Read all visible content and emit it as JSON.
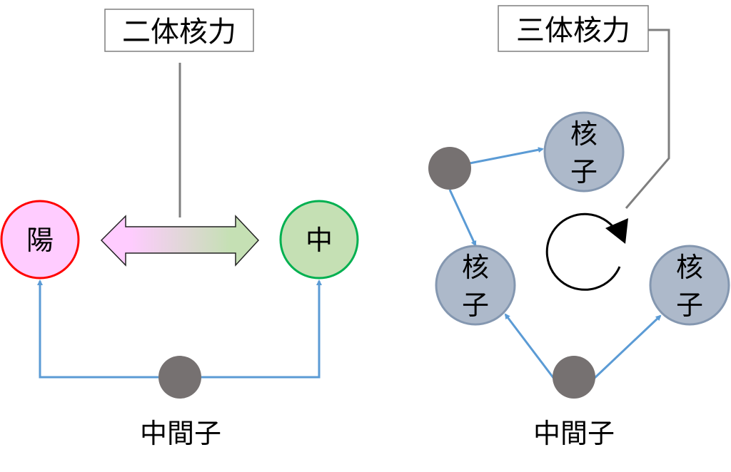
{
  "left_panel": {
    "title": "二体核力",
    "proton": {
      "label": "陽",
      "fill": "#FFCCFF",
      "stroke": "#FF0000"
    },
    "neutron": {
      "label": "中",
      "fill": "#C5E0B4",
      "stroke": "#00B050"
    },
    "interaction_arrow": {
      "type": "double-headed",
      "gradient_from": "#FFCCFF",
      "gradient_to": "#C5E0B4"
    },
    "mediator_caption": "中間子"
  },
  "right_panel": {
    "title": "三体核力",
    "nucleons": [
      {
        "label_top": "核",
        "label_bottom": "子"
      },
      {
        "label_top": "核",
        "label_bottom": "子"
      },
      {
        "label_top": "核",
        "label_bottom": "子"
      }
    ],
    "rotation_icon": "clockwise-rotation-arrow",
    "mediator_caption": "中間子"
  },
  "colors": {
    "nucleon_fill": "#ADB9CA",
    "nucleon_stroke": "#8497B0",
    "meson_fill": "#767171",
    "exchange_line": "#5B9BD5",
    "connector": "#7F7F7F"
  }
}
